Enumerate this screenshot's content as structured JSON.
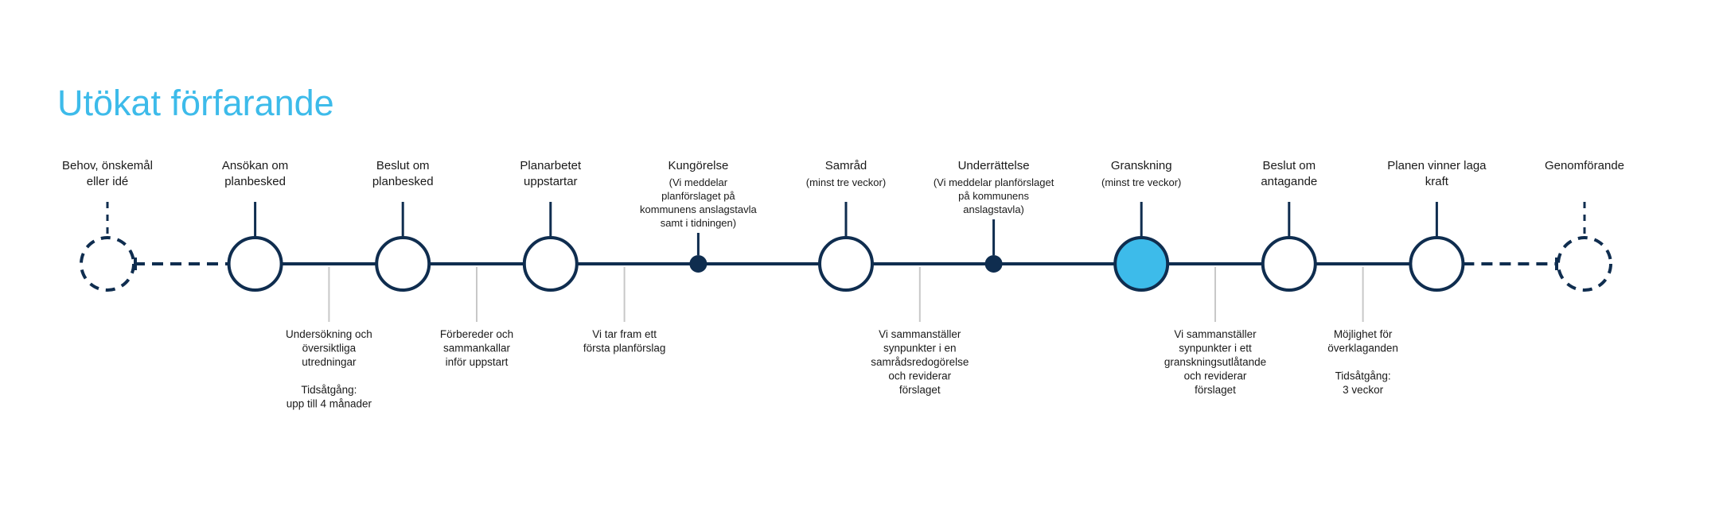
{
  "title": "Utökat förfarande",
  "colors": {
    "title": "#3dbbea",
    "line": "#0f2d4f",
    "connector": "#c8c8c8",
    "highlight": "#3dbbea",
    "text": "#1a1a1a"
  },
  "steps": [
    {
      "id": "behov",
      "marker": "dashed-circle",
      "label": [
        "Behov, önskemål",
        "eller idé"
      ],
      "note": []
    },
    {
      "id": "ansokan",
      "marker": "circle",
      "label": [
        "Ansökan om",
        "planbesked"
      ],
      "note": []
    },
    {
      "id": "beslut-planbesked",
      "marker": "circle",
      "label": [
        "Beslut om",
        "planbesked"
      ],
      "note": []
    },
    {
      "id": "planarbetet",
      "marker": "circle",
      "label": [
        "Planarbetet",
        "uppstartar"
      ],
      "note": []
    },
    {
      "id": "kungorelse",
      "marker": "dot",
      "label": [
        "Kungörelse"
      ],
      "note": [
        "(Vi meddelar",
        "planförslaget på",
        "kommunens anslagstavla",
        "samt i tidningen)"
      ]
    },
    {
      "id": "samrad",
      "marker": "circle",
      "label": [
        "Samråd"
      ],
      "note": [
        "(minst tre veckor)"
      ]
    },
    {
      "id": "underrattelse",
      "marker": "dot",
      "label": [
        "Underrättelse"
      ],
      "note": [
        "(Vi meddelar planförslaget",
        "på kommunens",
        "anslagstavla)"
      ]
    },
    {
      "id": "granskning",
      "marker": "circle-filled",
      "label": [
        "Granskning"
      ],
      "note": [
        "(minst tre veckor)"
      ]
    },
    {
      "id": "beslut-antagande",
      "marker": "circle",
      "label": [
        "Beslut om",
        "antagande"
      ],
      "note": []
    },
    {
      "id": "planen-vinner",
      "marker": "circle",
      "label": [
        "Planen vinner laga",
        "kraft"
      ],
      "note": []
    },
    {
      "id": "genomforande",
      "marker": "dashed-circle",
      "label": [
        "Genomförande"
      ],
      "note": []
    }
  ],
  "between": [
    {
      "id": "undersokning",
      "after": "ansokan",
      "text": [
        "Undersökning och",
        "översiktliga",
        "utredningar",
        "",
        "Tidsåtgång:",
        "upp till 4 månader"
      ]
    },
    {
      "id": "forbereder",
      "after": "beslut-planbesked",
      "text": [
        "Förbereder och",
        "sammankallar",
        "inför uppstart"
      ]
    },
    {
      "id": "vi-tar-fram",
      "after": "planarbetet",
      "text": [
        "Vi tar fram ett",
        "första planförslag"
      ]
    },
    {
      "id": "sammanstaller-samrad",
      "after": "samrad",
      "text": [
        "Vi sammanställer",
        "synpunkter i en",
        "samrådsredogörelse",
        "och reviderar",
        "förslaget"
      ]
    },
    {
      "id": "sammanstaller-granskning",
      "after": "granskning",
      "text": [
        "Vi sammanställer",
        "synpunkter i ett",
        "granskningsutlåtande",
        "och reviderar",
        "förslaget"
      ]
    },
    {
      "id": "mojlighet",
      "after": "beslut-antagande",
      "text": [
        "Möjlighet för",
        "överklaganden",
        "",
        "Tidsåtgång:",
        "3 veckor"
      ]
    }
  ]
}
